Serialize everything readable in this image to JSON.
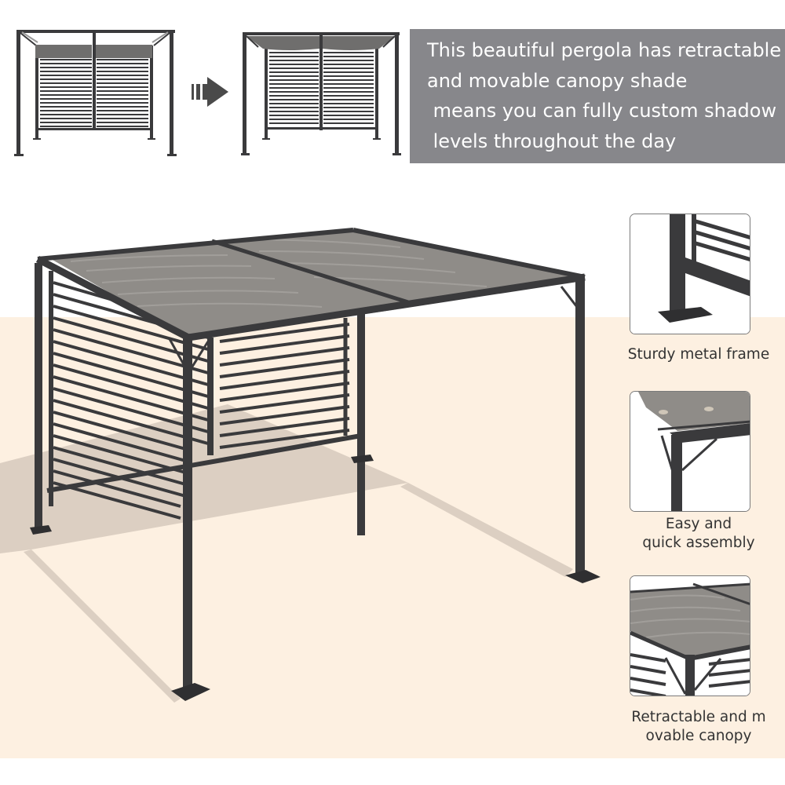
{
  "hero": {
    "caption_lines": [
      "This beautiful pergola has retractable",
      "and movable canopy shade",
      " means you can fully custom shadow",
      " levels throughout the day"
    ]
  },
  "comparison": {
    "before_label": "pergola-canopy-retracted",
    "after_label": "pergola-canopy-extended",
    "arrow_icon": "arrow-right-icon"
  },
  "features": [
    {
      "id": "frame",
      "label_lines": [
        "Sturdy metal frame"
      ],
      "icon": "metal-frame-detail"
    },
    {
      "id": "assembly",
      "label_lines": [
        "Easy and",
        "quick assembly"
      ],
      "icon": "corner-bracket-detail"
    },
    {
      "id": "canopy",
      "label_lines": [
        "Retractable and m",
        "ovable canopy"
      ],
      "icon": "canopy-detail"
    }
  ],
  "colors": {
    "frame": "#3a3a3c",
    "canopy": "#8f8c88",
    "caption_bg": "#87878b",
    "beige_bg": "#fdf0e1",
    "shadow": "#dccfc2"
  }
}
